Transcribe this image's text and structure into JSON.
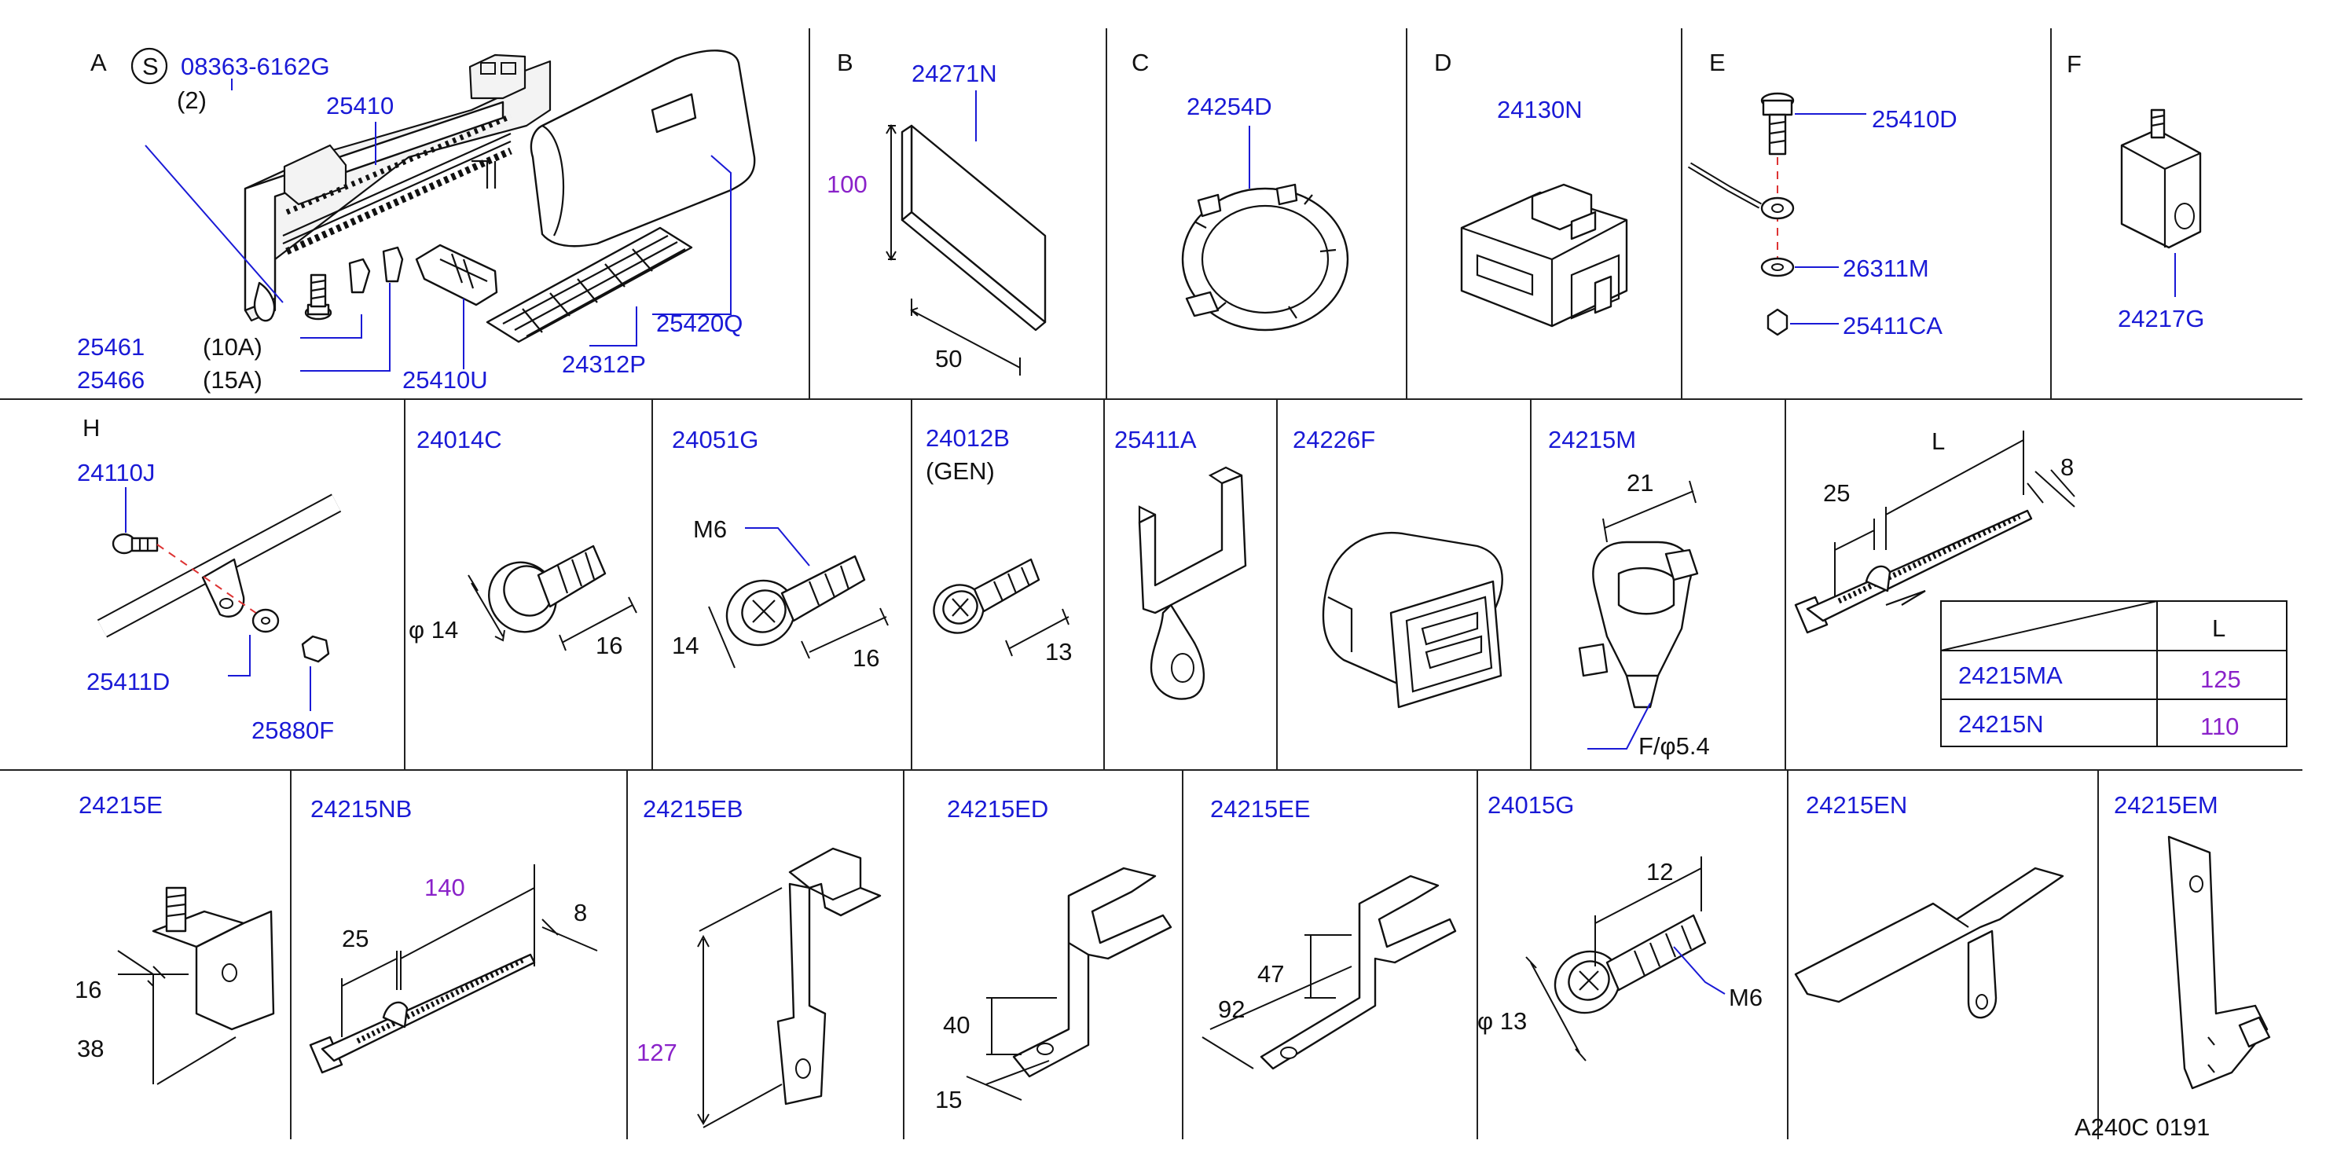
{
  "colors": {
    "part_number": "#1a1ad6",
    "dimension_highlight": "#8a22c9",
    "text": "#111111",
    "line": "#222222"
  },
  "sections": {
    "A": {
      "letter": "A",
      "symbol": "S",
      "std_part": "08363-6162G",
      "qty": "(2)",
      "p25410": "25410",
      "p25461": "25461",
      "p25466": "25466",
      "a10": "(10A)",
      "a15": "(15A)",
      "p25410U": "25410U",
      "p24312P": "24312P",
      "p25420Q": "25420Q"
    },
    "B": {
      "letter": "B",
      "part": "24271N",
      "h": "100",
      "w": "50"
    },
    "C": {
      "letter": "C",
      "part": "24254D"
    },
    "D": {
      "letter": "D",
      "part": "24130N"
    },
    "E": {
      "letter": "E",
      "p1": "25410D",
      "p2": "26311M",
      "p3": "25411CA"
    },
    "F": {
      "letter": "F",
      "part": "24217G"
    },
    "H": {
      "letter": "H",
      "p1": "24110J",
      "p2": "25411D",
      "p3": "25880F"
    },
    "p24014C": {
      "part": "24014C",
      "phi": "φ 14",
      "len": "16"
    },
    "p24051G": {
      "part": "24051G",
      "thread": "M6",
      "d": "14",
      "len": "16"
    },
    "p24012B": {
      "part": "24012B",
      "note": "(GEN)",
      "len": "13"
    },
    "p25411A": {
      "part": "25411A"
    },
    "p24226F": {
      "part": "24226F"
    },
    "p24215M": {
      "part": "24215M",
      "w": "21",
      "note": "F/φ5.4"
    },
    "tie_L": {
      "L": "L",
      "d25": "25",
      "d8": "8"
    },
    "table": {
      "header": "L",
      "rows": [
        {
          "part": "24215MA",
          "L": "125"
        },
        {
          "part": "24215N",
          "L": "110"
        }
      ]
    },
    "p24215E": {
      "part": "24215E",
      "d16": "16",
      "d38": "38"
    },
    "p24215NB": {
      "part": "24215NB",
      "len": "140",
      "d25": "25",
      "d8": "8"
    },
    "p24215EB": {
      "part": "24215EB",
      "h": "127"
    },
    "p24215ED": {
      "part": "24215ED",
      "h": "40",
      "w": "15"
    },
    "p24215EE": {
      "part": "24215EE",
      "h": "47",
      "w": "92"
    },
    "p24015G": {
      "part": "24015G",
      "len": "12",
      "phi": "φ 13",
      "thread": "M6"
    },
    "p24215EN": {
      "part": "24215EN"
    },
    "p24215EM": {
      "part": "24215EM"
    },
    "footer": {
      "code": "A240C  0191"
    }
  }
}
